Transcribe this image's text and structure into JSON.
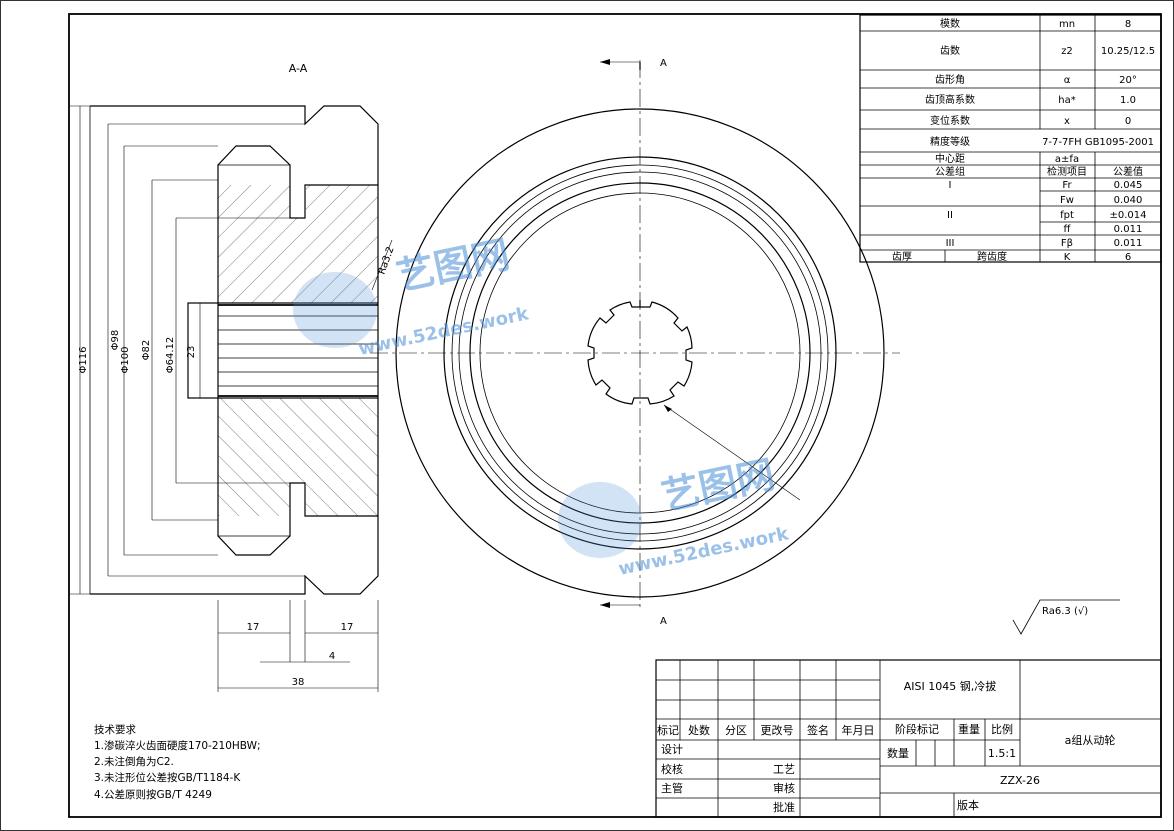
{
  "view_label": "A-A",
  "section_mark": "A",
  "dims": {
    "d116": "Φ116",
    "d100": "Φ100",
    "d98": "Φ98",
    "d82": "Φ82",
    "d64": "Φ64.12",
    "w23": "23",
    "left17": "17",
    "right17": "17",
    "web4": "4",
    "total38": "38",
    "ra_spline": "Ra3.2",
    "surface_roughness": "Ra6.3 (√)"
  },
  "gear_params": {
    "rows": [
      {
        "name": "模数",
        "symbol": "mn",
        "value": "8"
      },
      {
        "name": "齿数",
        "symbol": "z2",
        "value": "10.25/12.5"
      },
      {
        "name": "齿形角",
        "symbol": "α",
        "value": "20°"
      },
      {
        "name": "齿顶高系数",
        "symbol": "ha*",
        "value": "1.0"
      },
      {
        "name": "变位系数",
        "symbol": "x",
        "value": "0"
      },
      {
        "name": "精度等级",
        "value": "7-7-7FH GB1095-2001"
      },
      {
        "name": "中心距",
        "value": "a±fa"
      }
    ],
    "tol_header": {
      "group": "公差组",
      "item": "检测项目",
      "value": "公差值"
    },
    "tol_rows": [
      {
        "group": "I",
        "item": "Fr",
        "value": "0.045"
      },
      {
        "group": "",
        "item": "Fw",
        "value": "0.040"
      },
      {
        "group": "II",
        "item": "fpt",
        "value": "±0.014"
      },
      {
        "group": "",
        "item": "ff",
        "value": "0.011"
      },
      {
        "group": "III",
        "item": "Fβ",
        "value": "0.011"
      }
    ],
    "last_row": {
      "name": "齿厚",
      "sub": "跨齿度",
      "symbol": "K",
      "value": "6"
    }
  },
  "tech_req": {
    "title": "技术要求",
    "items": [
      "1.渗碳淬火齿面硬度170-210HBW;",
      "2.未注倒角为C2.",
      "3.未注形位公差按GB/T1184-K",
      "4.公差原则按GB/T 4249"
    ]
  },
  "title_block": {
    "material": "AISI 1045 钢,冷拔",
    "part_name": "a组从动轮",
    "drawing_no": "ZZX-26",
    "labels": {
      "mark": "标记",
      "count": "处数",
      "zone": "分区",
      "doc_no": "更改号",
      "sign": "签名",
      "date": "年月日",
      "stage": "阶段标记",
      "weight": "重量",
      "scale": "比例",
      "design": "设计",
      "check": "校核",
      "main": "主管",
      "process": "工艺",
      "review": "审核",
      "approve": "批准",
      "qty": "数量",
      "version": "版本"
    },
    "scale_value": "1.5:1"
  },
  "watermark": {
    "brand": "艺图网",
    "url": "www.52des.work"
  }
}
